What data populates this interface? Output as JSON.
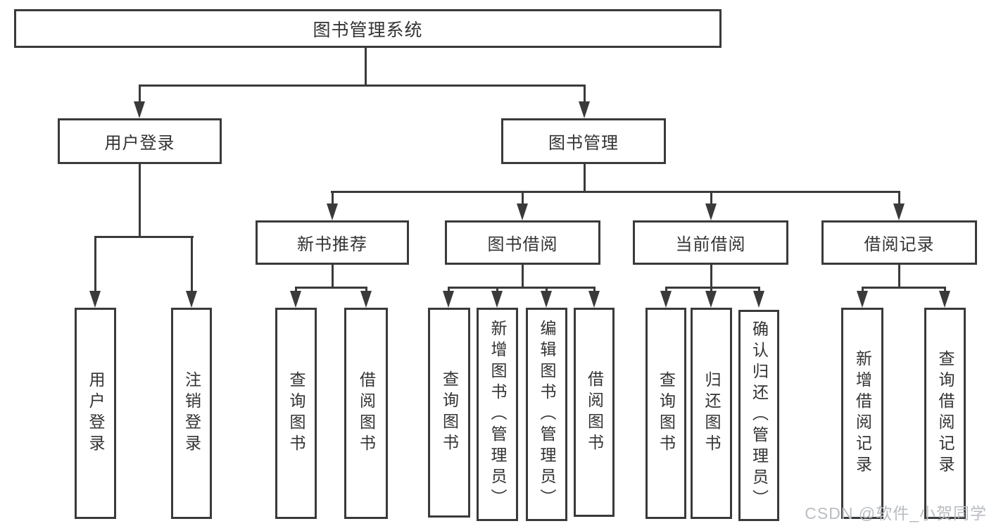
{
  "root": {
    "label": "图书管理系统"
  },
  "branches": {
    "login": {
      "label": "用户登录",
      "children": [
        {
          "label": "用户登录"
        },
        {
          "label": "注销登录"
        }
      ]
    },
    "management": {
      "label": "图书管理",
      "sections": {
        "new_book": {
          "label": "新书推荐",
          "children": [
            {
              "label": "查询图书"
            },
            {
              "label": "借阅图书"
            }
          ]
        },
        "book_borrow": {
          "label": "图书借阅",
          "children": [
            {
              "label": "查询图书"
            },
            {
              "label": "新增图书（管理员）"
            },
            {
              "label": "编辑图书（管理员）"
            },
            {
              "label": "借阅图书"
            }
          ]
        },
        "current_borrow": {
          "label": "当前借阅",
          "children": [
            {
              "label": "查询图书"
            },
            {
              "label": "归还图书"
            },
            {
              "label": "确认归还（管理员）"
            }
          ]
        },
        "borrow_record": {
          "label": "借阅记录",
          "children": [
            {
              "label": "新增借阅记录"
            },
            {
              "label": "查询借阅记录"
            }
          ]
        }
      }
    }
  },
  "watermark": {
    "text": "CSDN @软件_小贺同学"
  },
  "colors": {
    "line": "#3a3a3a",
    "text": "#333333",
    "watermark": "#b9bdc1",
    "background": "#ffffff"
  }
}
